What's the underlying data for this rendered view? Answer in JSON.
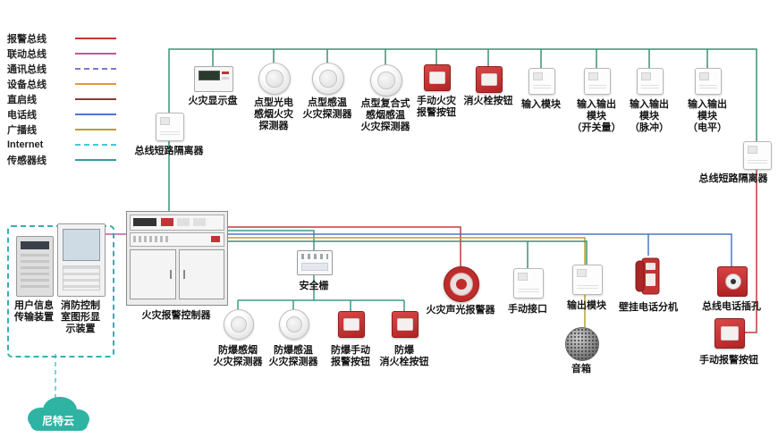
{
  "colors": {
    "alarm_bus": "#cc3333",
    "linkage_bus": "#c4559e",
    "comm_bus": "#7a7ad0",
    "device_bus": "#e09a3a",
    "direct_start_line": "#993333",
    "phone_line": "#4a78c8",
    "broadcast_line": "#b8a030",
    "internet_line": "#45c8d8",
    "sensor_line": "#3a9a9a",
    "loop_wire_green": "#3f9070",
    "device_red": "#c02b2b",
    "cloud_teal": "#2fb3a3"
  },
  "legend": {
    "items": [
      {
        "label": "报警总线",
        "color": "#cc3333",
        "style": "solid"
      },
      {
        "label": "联动总线",
        "color": "#c4559e",
        "style": "solid"
      },
      {
        "label": "通讯总线",
        "color": "#7a7ad0",
        "style": "dashed"
      },
      {
        "label": "设备总线",
        "color": "#e09a3a",
        "style": "solid"
      },
      {
        "label": "直启线",
        "color": "#993333",
        "style": "solid"
      },
      {
        "label": "电话线",
        "color": "#4a78c8",
        "style": "solid"
      },
      {
        "label": "广播线",
        "color": "#b8a030",
        "style": "solid"
      },
      {
        "label": "Internet",
        "color": "#45c8d8",
        "style": "dashed"
      },
      {
        "label": "传感器线",
        "color": "#3a9a9a",
        "style": "solid"
      }
    ]
  },
  "devices": {
    "left_isolator": {
      "label": "总线短路隔离器"
    },
    "display_panel": {
      "label": "火灾显示盘"
    },
    "photo_detector": {
      "label": "点型光电\n感烟火灾\n探测器"
    },
    "heat_detector": {
      "label": "点型感温\n火灾探测器"
    },
    "combo_detector": {
      "label": "点型复合式\n感烟感温\n火灾探测器"
    },
    "manual_alarm_button_top": {
      "label": "手动火灾\n报警按钮"
    },
    "hydrant_button": {
      "label": "消火栓按钮"
    },
    "input_module": {
      "label": "输入模块"
    },
    "io_module_switch": {
      "label": "输入输出\n模块\n（开关量）"
    },
    "io_module_pulse": {
      "label": "输入输出\n模块\n（脉冲）"
    },
    "io_module_level": {
      "label": "输入输出\n模块\n（电平）"
    },
    "right_isolator": {
      "label": "总线短路隔离器"
    },
    "controller": {
      "label": "火灾报警控制器"
    },
    "user_info_device": {
      "label": "用户信息\n传输装置"
    },
    "graphic_display": {
      "label": "消防控制\n室图形显\n示装置"
    },
    "safety_barrier": {
      "label": "安全栅"
    },
    "ex_smoke_detector": {
      "label": "防爆感烟\n火灾探测器"
    },
    "ex_heat_detector": {
      "label": "防爆感温\n火灾探测器"
    },
    "ex_manual_button": {
      "label": "防爆手动\n报警按钮"
    },
    "ex_hydrant_button": {
      "label": "防爆\n消火栓按钮"
    },
    "beacon": {
      "label": "火灾声光报警器"
    },
    "manual_interface": {
      "label": "手动接口"
    },
    "output_module": {
      "label": "输出模块"
    },
    "wall_phone": {
      "label": "壁挂电话分机"
    },
    "phone_jack": {
      "label": "总线电话插孔"
    },
    "speaker": {
      "label": "音箱"
    },
    "manual_alarm_button_bottom": {
      "label": "手动报警按钮"
    },
    "cloud": {
      "label": "尼特云"
    }
  }
}
